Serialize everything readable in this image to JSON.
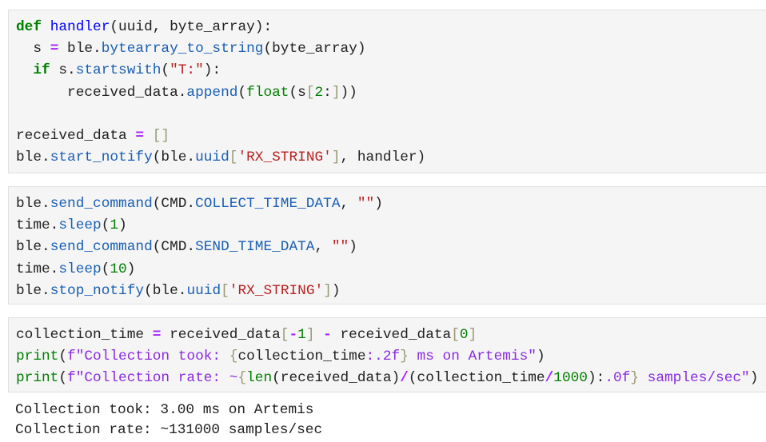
{
  "cells": [
    {
      "lines": [
        [
          [
            "kw",
            "def"
          ],
          [
            "t",
            " "
          ],
          [
            "fn",
            "handler"
          ],
          [
            "t",
            "(uuid, byte_array):"
          ]
        ],
        [
          [
            "t",
            "  s "
          ],
          [
            "op",
            "="
          ],
          [
            "t",
            " ble."
          ],
          [
            "attr",
            "bytearray_to_string"
          ],
          [
            "t",
            "(byte_array)"
          ]
        ],
        [
          [
            "t",
            "  "
          ],
          [
            "kw",
            "if"
          ],
          [
            "t",
            " s."
          ],
          [
            "attr",
            "startswith"
          ],
          [
            "t",
            "("
          ],
          [
            "str",
            "\"T:\""
          ],
          [
            "t",
            "):"
          ]
        ],
        [
          [
            "t",
            "      received_data."
          ],
          [
            "attr",
            "append"
          ],
          [
            "t",
            "("
          ],
          [
            "bi",
            "float"
          ],
          [
            "t",
            "(s"
          ],
          [
            "br",
            "["
          ],
          [
            "num",
            "2"
          ],
          [
            "t",
            ":"
          ],
          [
            "br",
            "]"
          ],
          [
            "t",
            "))"
          ]
        ],
        [],
        [
          [
            "t",
            "received_data "
          ],
          [
            "op",
            "="
          ],
          [
            "t",
            " "
          ],
          [
            "br",
            "[]"
          ]
        ],
        [
          [
            "t",
            "ble."
          ],
          [
            "attr",
            "start_notify"
          ],
          [
            "t",
            "(ble."
          ],
          [
            "attr",
            "uuid"
          ],
          [
            "br",
            "["
          ],
          [
            "str",
            "'RX_STRING'"
          ],
          [
            "br",
            "]"
          ],
          [
            "t",
            ", handler)"
          ]
        ]
      ]
    },
    {
      "lines": [
        [
          [
            "t",
            "ble."
          ],
          [
            "attr",
            "send_command"
          ],
          [
            "t",
            "(CMD."
          ],
          [
            "attr",
            "COLLECT_TIME_DATA"
          ],
          [
            "t",
            ", "
          ],
          [
            "str",
            "\"\""
          ],
          [
            "t",
            ")"
          ]
        ],
        [
          [
            "t",
            "time."
          ],
          [
            "attr",
            "sleep"
          ],
          [
            "t",
            "("
          ],
          [
            "num",
            "1"
          ],
          [
            "t",
            ")"
          ]
        ],
        [
          [
            "t",
            "ble."
          ],
          [
            "attr",
            "send_command"
          ],
          [
            "t",
            "(CMD."
          ],
          [
            "attr",
            "SEND_TIME_DATA"
          ],
          [
            "t",
            ", "
          ],
          [
            "str",
            "\"\""
          ],
          [
            "t",
            ")"
          ]
        ],
        [
          [
            "t",
            "time."
          ],
          [
            "attr",
            "sleep"
          ],
          [
            "t",
            "("
          ],
          [
            "num",
            "10"
          ],
          [
            "t",
            ")"
          ]
        ],
        [
          [
            "t",
            "ble."
          ],
          [
            "attr",
            "stop_notify"
          ],
          [
            "t",
            "(ble."
          ],
          [
            "attr",
            "uuid"
          ],
          [
            "br",
            "["
          ],
          [
            "str",
            "'RX_STRING'"
          ],
          [
            "br",
            "]"
          ],
          [
            "t",
            ")"
          ]
        ]
      ]
    },
    {
      "lines": [
        [
          [
            "t",
            "collection_time "
          ],
          [
            "op",
            "="
          ],
          [
            "t",
            " received_data"
          ],
          [
            "br",
            "["
          ],
          [
            "op",
            "-"
          ],
          [
            "num",
            "1"
          ],
          [
            "br",
            "]"
          ],
          [
            "t",
            " "
          ],
          [
            "op",
            "-"
          ],
          [
            "t",
            " received_data"
          ],
          [
            "br",
            "["
          ],
          [
            "num",
            "0"
          ],
          [
            "br",
            "]"
          ]
        ],
        [
          [
            "bi",
            "print"
          ],
          [
            "t",
            "("
          ],
          [
            "fs",
            "f\"Collection took: "
          ],
          [
            "br",
            "{"
          ],
          [
            "t",
            "collection_time"
          ],
          [
            "fs",
            ":.2f"
          ],
          [
            "br",
            "}"
          ],
          [
            "fs",
            " ms on Artemis\""
          ],
          [
            "t",
            ")"
          ]
        ],
        [
          [
            "bi",
            "print"
          ],
          [
            "t",
            "("
          ],
          [
            "fs",
            "f\"Collection rate: ~"
          ],
          [
            "br",
            "{"
          ],
          [
            "bi",
            "len"
          ],
          [
            "t",
            "(received_data)"
          ],
          [
            "op",
            "/"
          ],
          [
            "t",
            "(collection_time"
          ],
          [
            "op",
            "/"
          ],
          [
            "num",
            "1000"
          ],
          [
            "t",
            "):"
          ],
          [
            "fs",
            ".0f"
          ],
          [
            "br",
            "}"
          ],
          [
            "fs",
            " samples/sec\""
          ],
          [
            "t",
            ")"
          ]
        ]
      ]
    }
  ],
  "output": [
    "Collection took: 3.00 ms on Artemis",
    "Collection rate: ~131000 samples/sec"
  ]
}
